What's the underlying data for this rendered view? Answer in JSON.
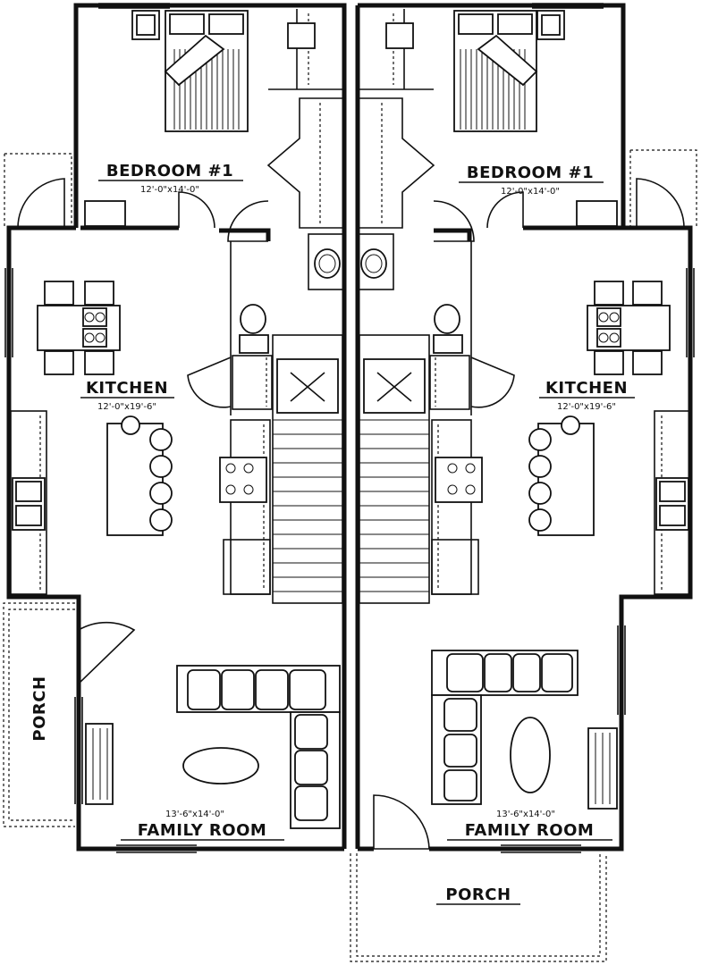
{
  "rooms": {
    "left": {
      "bedroom": {
        "name": "BEDROOM #1",
        "size": "12'-0\"x14'-0\""
      },
      "kitchen": {
        "name": "KITCHEN",
        "size": "12'-0\"x19'-6\""
      },
      "family": {
        "name": "FAMILY ROOM",
        "size": "13'-6\"x14'-0\""
      },
      "porch": {
        "name": "PORCH"
      }
    },
    "right": {
      "bedroom": {
        "name": "BEDROOM #1",
        "size": "12'-0\"x14'-0\""
      },
      "kitchen": {
        "name": "KITCHEN",
        "size": "12'-0\"x19'-6\""
      },
      "family": {
        "name": "FAMILY ROOM",
        "size": "13'-6\"x14'-0\""
      },
      "porch": {
        "name": "PORCH"
      }
    }
  }
}
